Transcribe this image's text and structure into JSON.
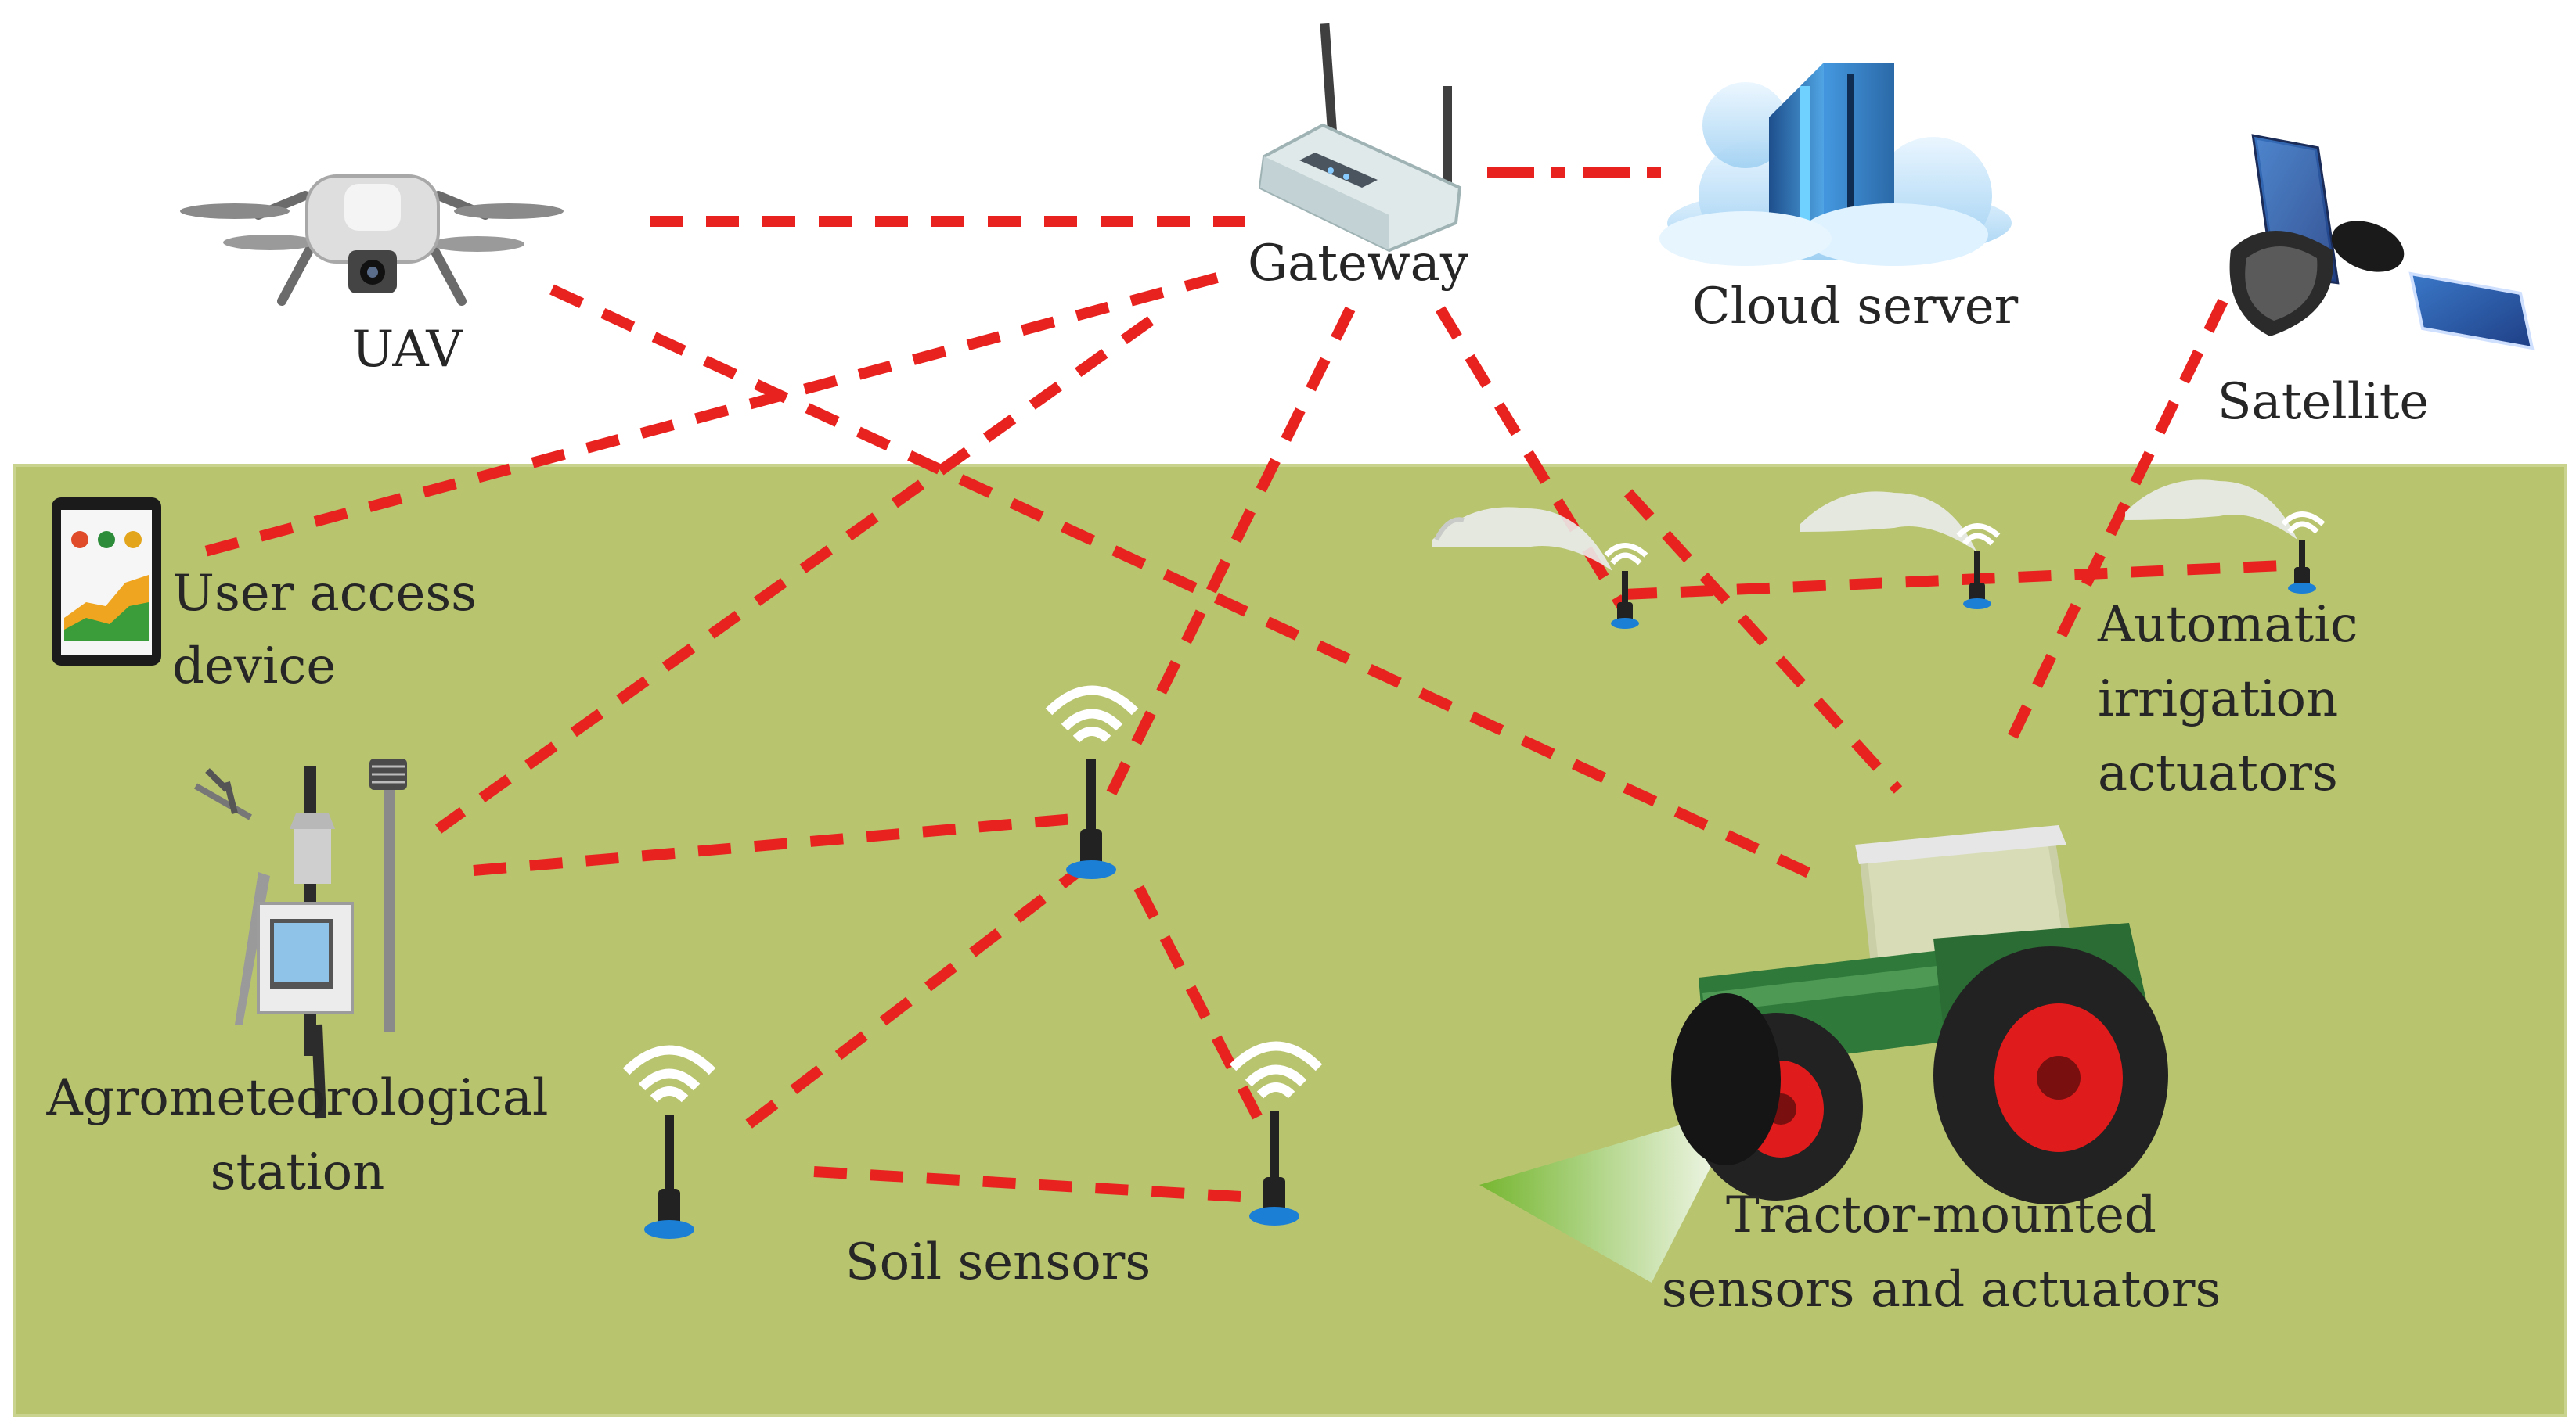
{
  "labels": {
    "uav": "UAV",
    "gateway": "Gateway",
    "cloud_server": "Cloud server",
    "satellite": "Satellite",
    "user_access_1": "User access",
    "user_access_2": "device",
    "agro_1": "Agrometeorological",
    "agro_2": "station",
    "irrigation_1": "Automatic",
    "irrigation_2": "irrigation",
    "irrigation_3": "actuators",
    "soil_sensors": "Soil sensors",
    "tractor_1": "Tractor-mounted",
    "tractor_2": "sensors and actuators"
  },
  "colors": {
    "field": "#b9c46f",
    "field_border": "#c9d38d",
    "link": "#e8231f",
    "text": "#262626",
    "tractor_body": "#2f7a3a",
    "wheel_rim": "#e01b1b",
    "sensor_base": "#1c7fd6"
  },
  "icons": {
    "uav": "drone-icon",
    "gateway": "router-icon",
    "cloud_server": "cloud-server-icon",
    "satellite": "satellite-icon",
    "tablet": "tablet-icon",
    "weather_station": "weather-station-icon",
    "soil_sensor": "soil-sensor-icon",
    "irrigation": "sprinkler-icon",
    "tractor": "tractor-icon"
  }
}
